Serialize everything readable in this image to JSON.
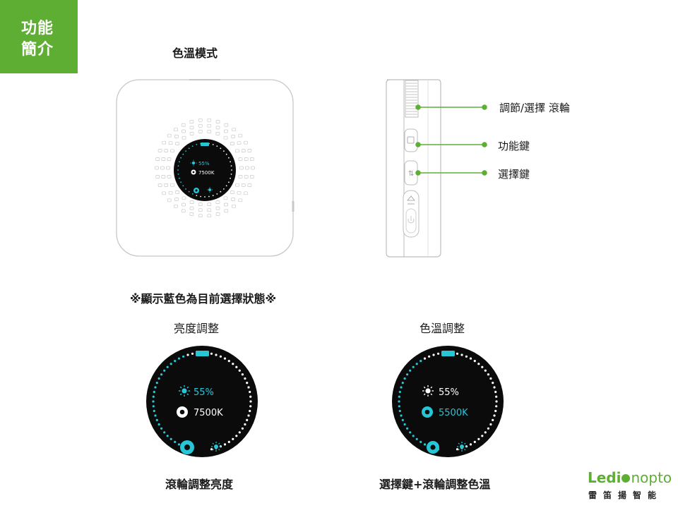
{
  "corner": {
    "line1": "功能",
    "line2": "簡介",
    "color": "#5fae34"
  },
  "section_title": "色溫模式",
  "device_display": {
    "brightness": "55%",
    "color_temp": "7500K"
  },
  "callouts": [
    {
      "label": "調節/選擇 滾輪"
    },
    {
      "label": "功能鍵"
    },
    {
      "label": "選擇鍵"
    }
  ],
  "note": "※顯示藍色為目前選擇狀態※",
  "panels": [
    {
      "title": "亮度調整",
      "brightness": "55%",
      "color_temp": "7500K",
      "caption": "滾輪調整亮度",
      "active": "brightness"
    },
    {
      "title": "色溫調整",
      "brightness": "55%",
      "color_temp": "5500K",
      "caption": "選擇鍵+滾輪調整色溫",
      "active": "color_temp"
    }
  ],
  "brand": {
    "name_part1": "Ledi",
    "name_part2": "nopto",
    "subtitle": "雷笛揚智能",
    "green": "#5fae34"
  },
  "colors": {
    "accent_cyan": "#27c6d6",
    "screen_bg": "#0b0b0b"
  }
}
